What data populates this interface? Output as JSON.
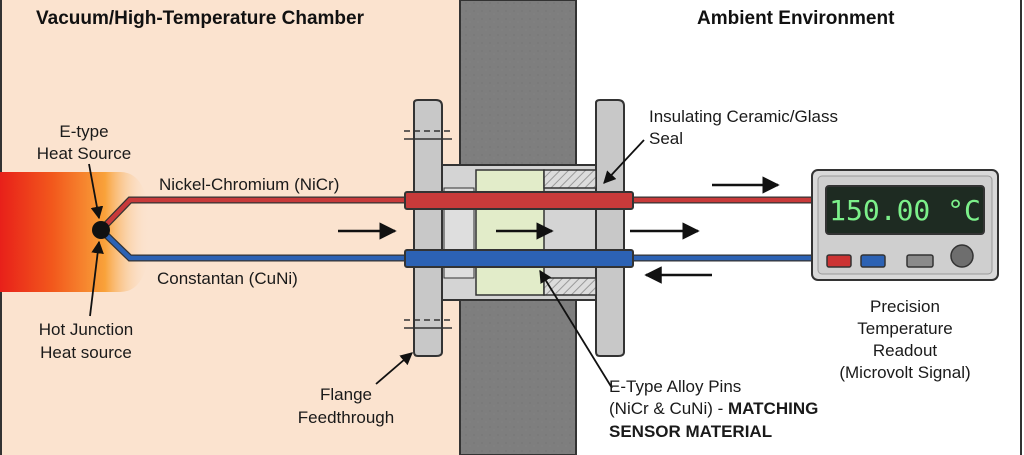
{
  "headers": {
    "left": "Vacuum/High-Temperature Chamber",
    "right": "Ambient Environment"
  },
  "labels": {
    "heat_source_line1": "E-type",
    "heat_source_line2": "Heat Source",
    "nicr_wire": "Nickel-Chromium (NiCr)",
    "cuni_wire": "Constantan (CuNi)",
    "hot_junction_line1": "Hot Junction",
    "hot_junction_line2": "Heat source",
    "seal_line1": "Insulating Ceramic/Glass",
    "seal_line2": "Seal",
    "flange_line1": "Flange",
    "flange_line2": "Feedthrough",
    "pins_line1": "E-Type Alloy Pins",
    "pins_line2_normal": "(NiCr & CuNi) - ",
    "pins_line2_bold": "MATCHING",
    "pins_line3_bold": "SENSOR MATERIAL",
    "readout_line1": "Precision",
    "readout_line2": "Temperature",
    "readout_line3": "Readout",
    "readout_line4": "(Microvolt Signal)"
  },
  "readout": {
    "display_value": "150.00 °C"
  },
  "colors": {
    "chamber_bg": "#fbe3cf",
    "ambient_bg": "#ffffff",
    "wall": "#7e7e7e",
    "nicr_wire": "#c83a3a",
    "cuni_wire": "#2c62b4",
    "seal": "#e2ecc9",
    "flange": "#c8c8c8",
    "lcd_bg": "#1e2b22",
    "lcd_text": "#7cf08a",
    "button_red": "#cc3333",
    "button_blue": "#2c62b4"
  }
}
